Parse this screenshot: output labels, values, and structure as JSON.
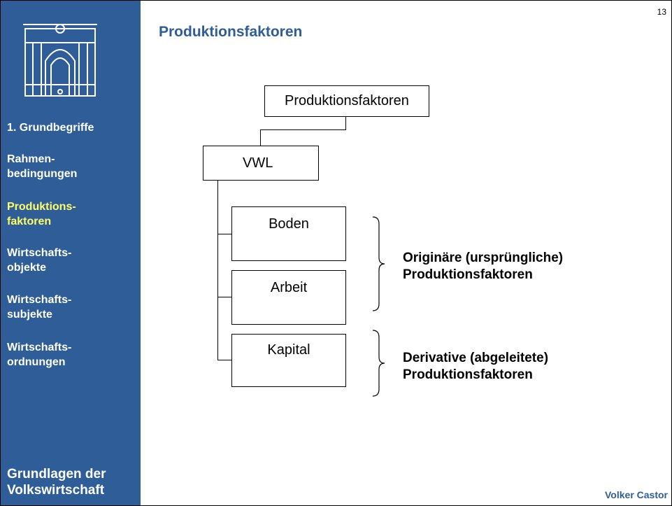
{
  "page_number": "13",
  "title": "Produktionsfaktoren",
  "author": "Volker Castor",
  "sidebar": {
    "items": [
      {
        "label": "1. Grundbegriffe",
        "active": false
      },
      {
        "label": "Rahmen-\nbedingungen",
        "active": false
      },
      {
        "label": "Produktions-\nfaktoren",
        "active": true
      },
      {
        "label": "Wirtschafts-\nobjekte",
        "active": false
      },
      {
        "label": "Wirtschafts-\nsubjekte",
        "active": false
      },
      {
        "label": "Wirtschafts-\nordnungen",
        "active": false
      }
    ],
    "course_title": "Grundlagen der\nVolkswirtschaft",
    "active_color": "#ffff66",
    "background_color": "#2f5d98"
  },
  "diagram": {
    "root": "Produktionsfaktoren",
    "level1": "VWL",
    "factors": [
      "Boden",
      "Arbeit",
      "Kapital"
    ],
    "groups": [
      {
        "label": "Originäre (ursprüngliche)\nProduktionsfaktoren"
      },
      {
        "label": "Derivative (abgeleitete)\nProduktionsfaktoren"
      }
    ]
  }
}
